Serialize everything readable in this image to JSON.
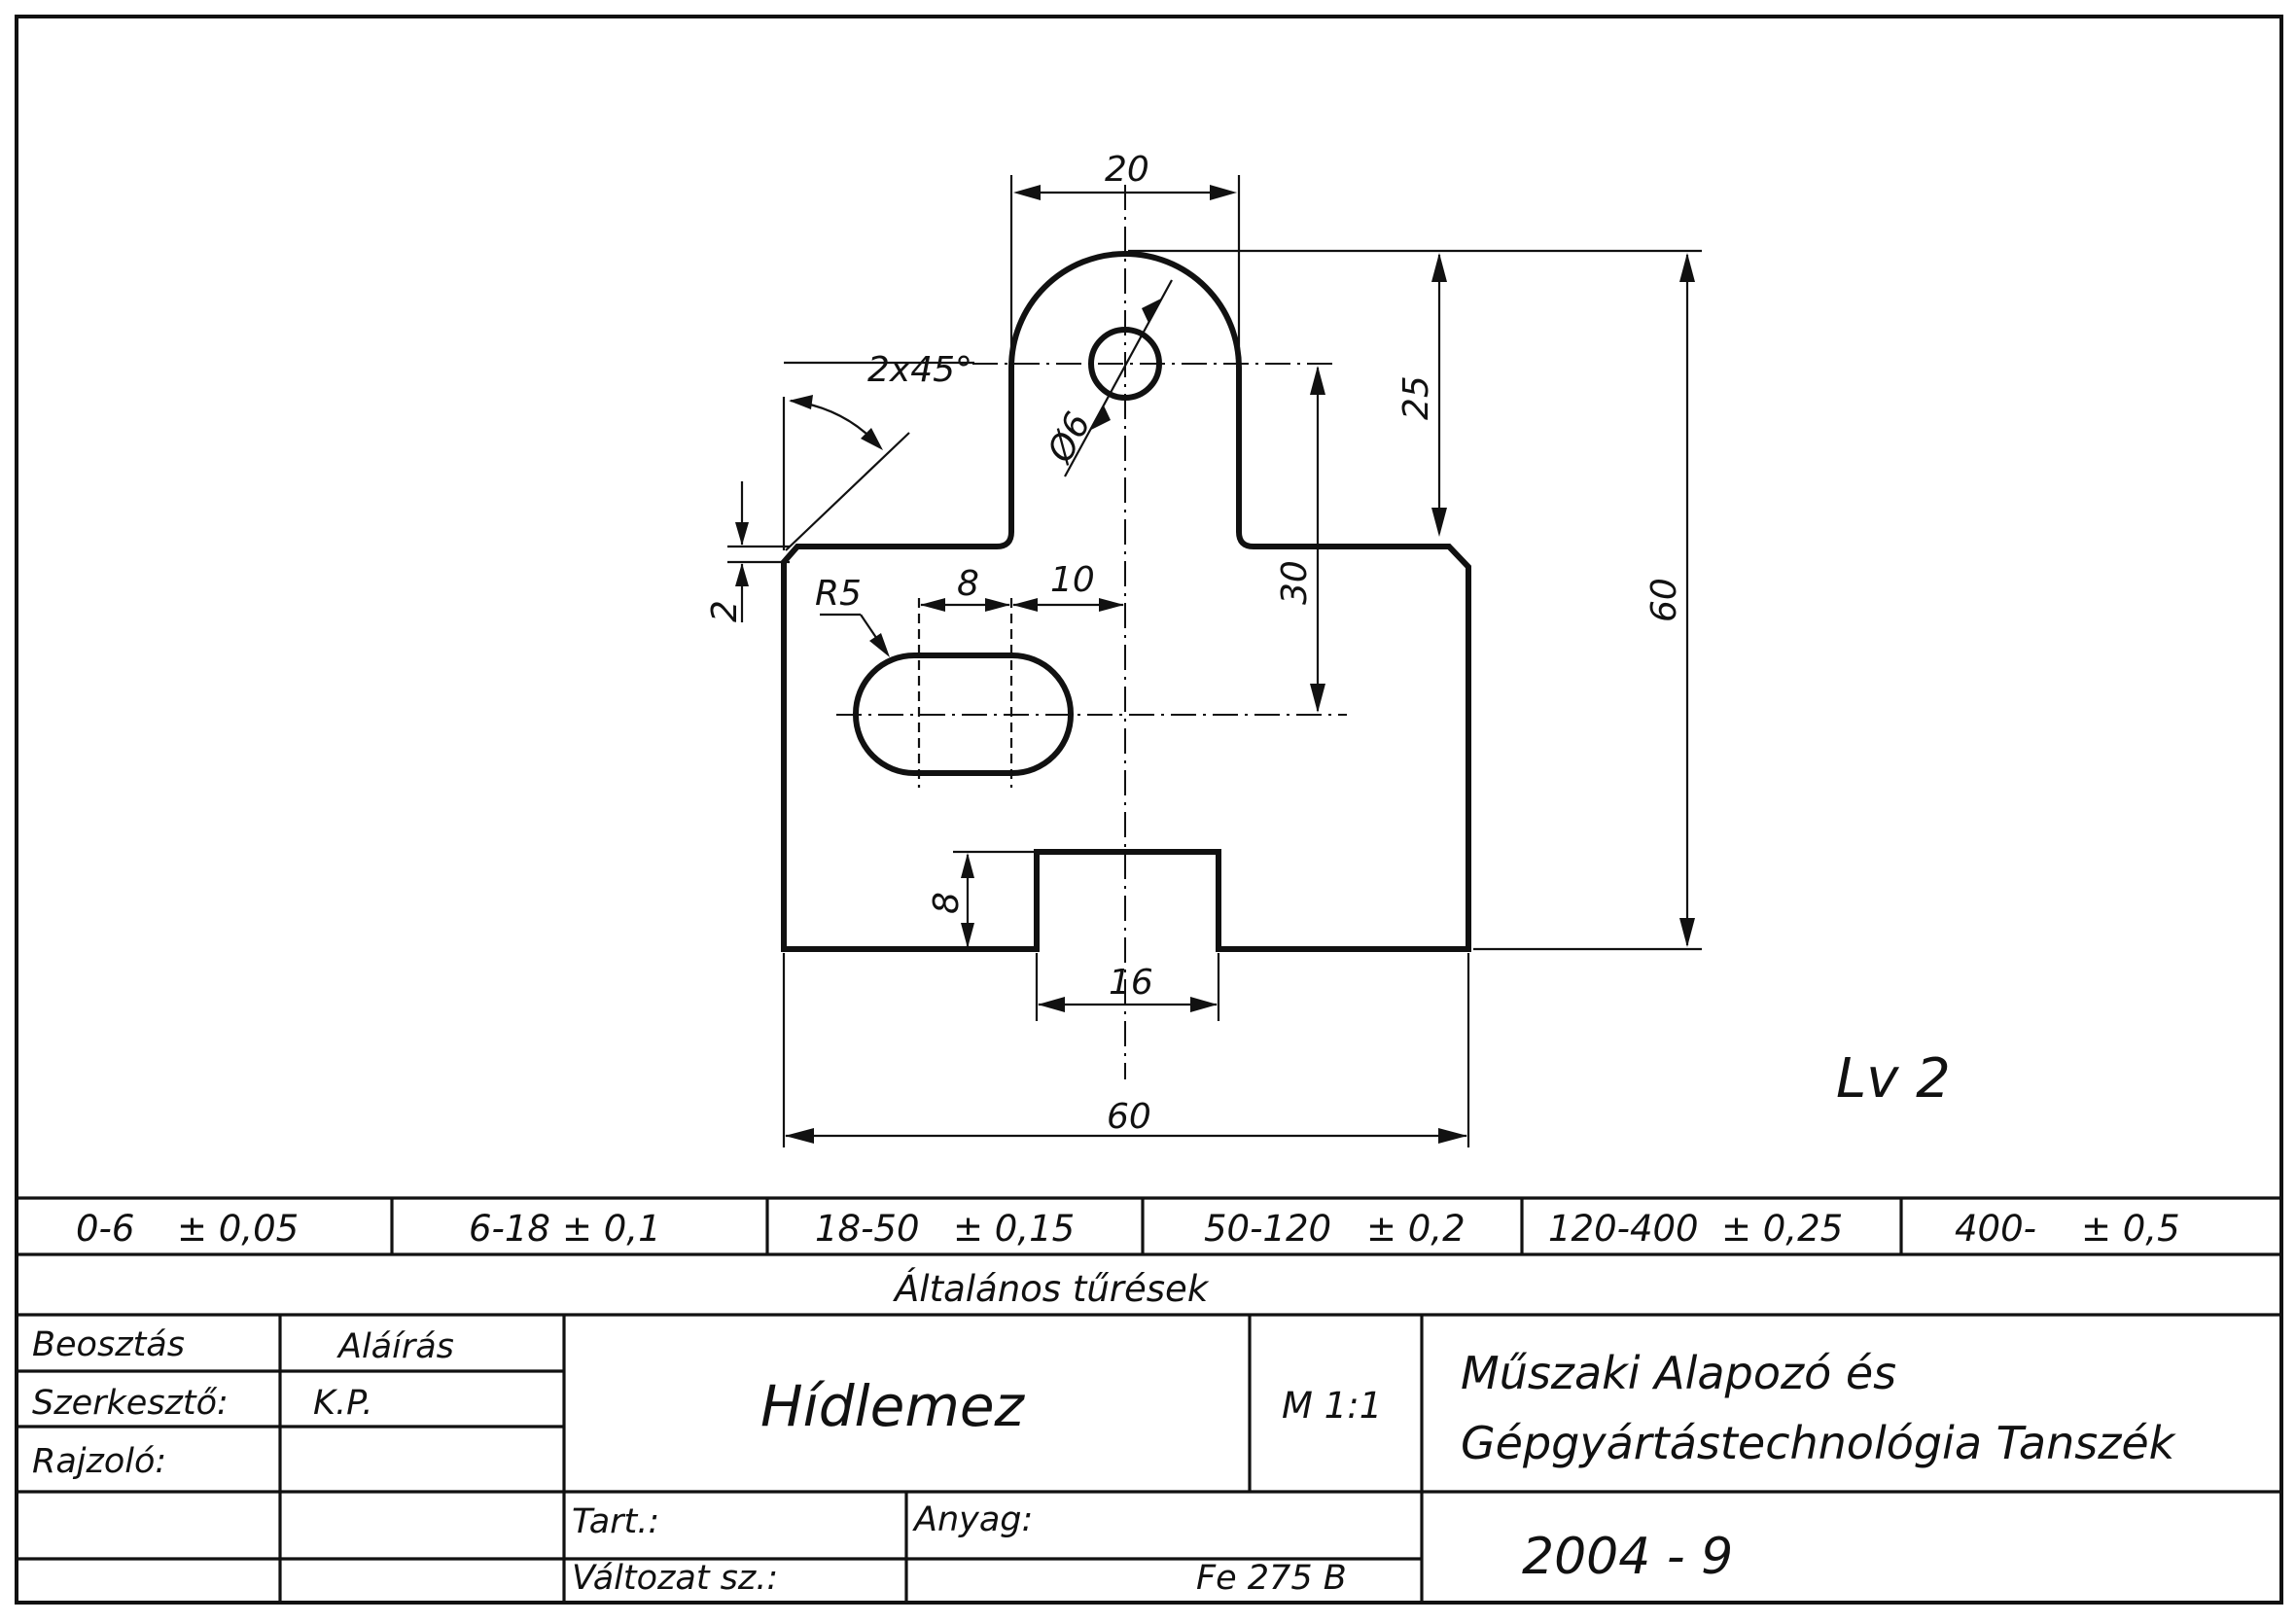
{
  "drawing": {
    "sheet_mark": "Lv 2",
    "dimensions": {
      "top_width": "20",
      "height_25": "25",
      "total_height": "60",
      "height_30": "30",
      "hole_diameter": "Ø6",
      "chamfer": "2x45°",
      "chamfer_height": "2",
      "slot_radius": "R5",
      "slot_width": "8",
      "slot_offset": "10",
      "notch_depth": "8",
      "notch_width": "16",
      "total_width": "60"
    }
  },
  "tolerances": [
    {
      "range": "0-6",
      "value": "± 0,05"
    },
    {
      "range": "6-18",
      "value": "± 0,1"
    },
    {
      "range": "18-50",
      "value": "± 0,15"
    },
    {
      "range": "50-120",
      "value": "± 0,2"
    },
    {
      "range": "120-400",
      "value": "± 0,25"
    },
    {
      "range": "400-",
      "value": "± 0,5"
    }
  ],
  "tolerance_caption": "Általános tűrések",
  "title_block": {
    "beosztas": "Beosztás",
    "alairas": "Aláírás",
    "szerkeszto": "Szerkesztő:",
    "szerkeszto_sig": "K.P.",
    "rajzolo": "Rajzoló:",
    "part_name": "Hídlemez",
    "scale": "M 1:1",
    "department_line1": "Műszaki Alapozó és",
    "department_line2": "Gépgyártástechnológia Tanszék",
    "tart": "Tart.:",
    "valtozat": "Változat sz.:",
    "anyag": "Anyag:",
    "material": "Fe 275 B",
    "drawing_number": "2004 - 9"
  }
}
